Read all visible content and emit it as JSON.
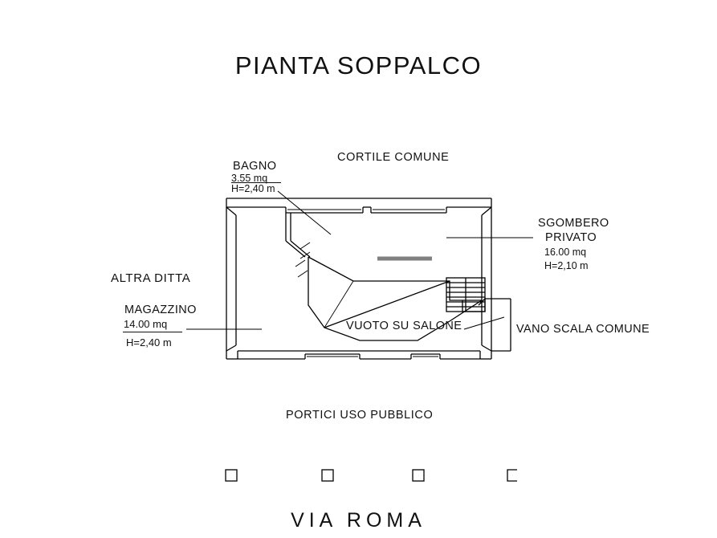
{
  "drawing": {
    "title": "PIANTA SOPPALCO",
    "street_label": "VIA   ROMA",
    "corner_note": "",
    "labels": {
      "cortile": "CORTILE COMUNE",
      "bagno_name": "BAGNO",
      "bagno_area": "3.55 mq",
      "bagno_height": "H=2,40 m",
      "sgombero_name": "SGOMBERO",
      "sgombero_name2": "PRIVATO",
      "sgombero_area": "16.00 mq",
      "sgombero_height": "H=2,10 m",
      "altra_ditta": "ALTRA DITTA",
      "magazzino_name": "MAGAZZINO",
      "magazzino_area": "14.00 mq",
      "magazzino_height": "H=2,40 m",
      "vuoto_su_salone": "VUOTO SU SALONE",
      "vano_scala": "VANO SCALA COMUNE",
      "portici": "PORTICI USO PUBBLICO"
    },
    "colors": {
      "line": "#000000",
      "background": "#ffffff",
      "hatch": "#808080"
    }
  }
}
